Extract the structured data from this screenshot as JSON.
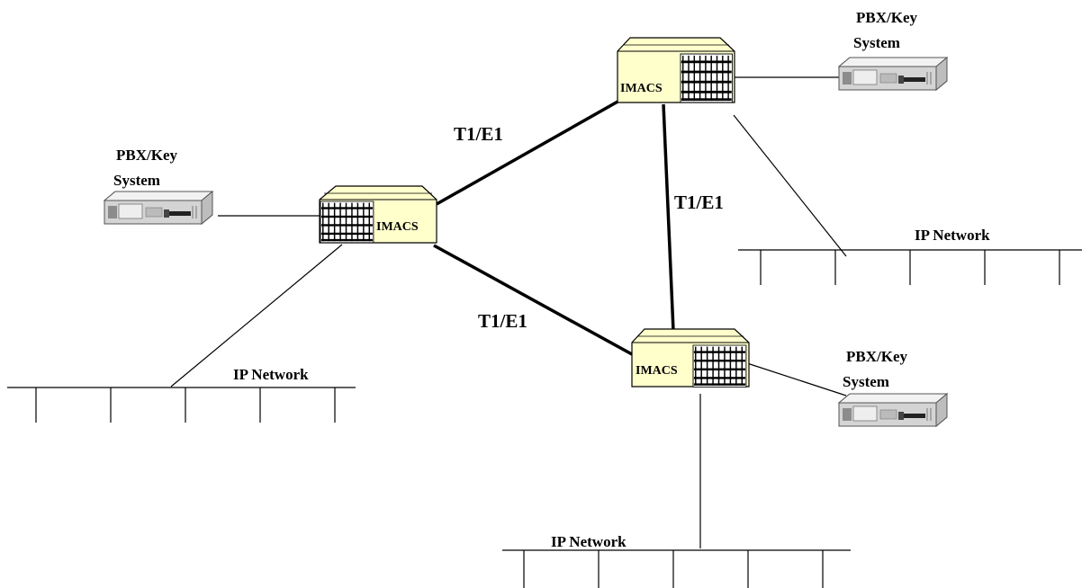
{
  "labels": {
    "trunk_top": "T1/E1",
    "trunk_right": "T1/E1",
    "trunk_bottom": "T1/E1",
    "pbx_left": [
      "PBX/Key",
      "System"
    ],
    "pbx_top": [
      "PBX/Key",
      "System"
    ],
    "pbx_right": [
      "PBX/Key",
      "System"
    ],
    "ip_left": "IP Network",
    "ip_right": "IP Network",
    "ip_bottom": "IP Network",
    "imacs": "IMACS"
  },
  "colors": {
    "imacs_fill": "#ffffcc",
    "line": "#000000",
    "pbx_body": "#d4d4d4",
    "pbx_dark": "#8c8c8c"
  }
}
